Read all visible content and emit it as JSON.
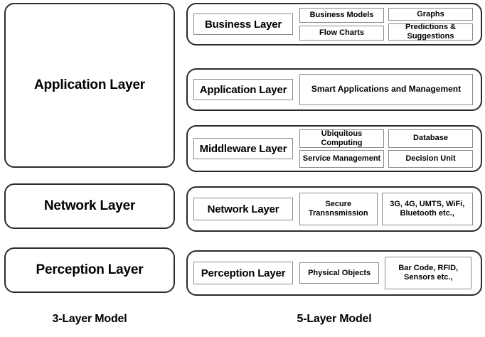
{
  "diagram": {
    "title_left": "3-Layer Model",
    "title_right": "5-Layer Model"
  },
  "three_layer_model": {
    "caption": "3-Layer Model",
    "layers": [
      {
        "name": "Application Layer"
      },
      {
        "name": "Network Layer"
      },
      {
        "name": "Perception Layer"
      }
    ]
  },
  "five_layer_model": {
    "caption": "5-Layer Model",
    "layers": [
      {
        "name": "Business Layer",
        "components": [
          "Business Models",
          "Flow Charts",
          "Graphs",
          "Predictions & Suggestions"
        ]
      },
      {
        "name": "Application Layer",
        "components": [
          "Smart Applications and Management"
        ]
      },
      {
        "name": "Middleware Layer",
        "components": [
          "Ubiquitous Computing",
          "Service Management",
          "Database",
          "Decision Unit"
        ]
      },
      {
        "name": "Network Layer",
        "components": [
          "Secure Transnsmission",
          "3G, 4G, UMTS, WiFi, Bluetooth etc.,"
        ]
      },
      {
        "name": "Perception Layer",
        "components": [
          "Physical Objects",
          "Bar Code, RFID, Sensors etc.,"
        ]
      }
    ]
  },
  "colors": {
    "outer_border": "#2b2b2b",
    "inner_border": "#8a8a8a",
    "background": "#ffffff",
    "text": "#000000"
  }
}
